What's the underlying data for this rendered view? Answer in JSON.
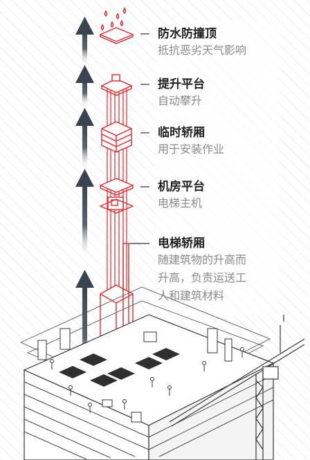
{
  "colors": {
    "accent": "#e0262b",
    "line": "#333333",
    "arrow": "#3d4650",
    "hatch": "#dcdcdc"
  },
  "labels": [
    {
      "title": "防水防撞顶",
      "lines": [
        "抵抗恶劣天气影响"
      ]
    },
    {
      "title": "提升平台",
      "lines": [
        "自动攀升"
      ]
    },
    {
      "title": "临时轿厢",
      "lines": [
        "用于安装作业"
      ]
    },
    {
      "title": "机房平台",
      "lines": [
        "电梯主机"
      ]
    },
    {
      "title": "电梯轿厢",
      "lines": [
        "随建筑物的升高而",
        "升高，负责运送工",
        "人和建筑材料"
      ]
    }
  ],
  "icons": [
    "rain-drops-icon",
    "up-arrow-icon",
    "tower-crane-icon",
    "construction-worker-icon"
  ]
}
